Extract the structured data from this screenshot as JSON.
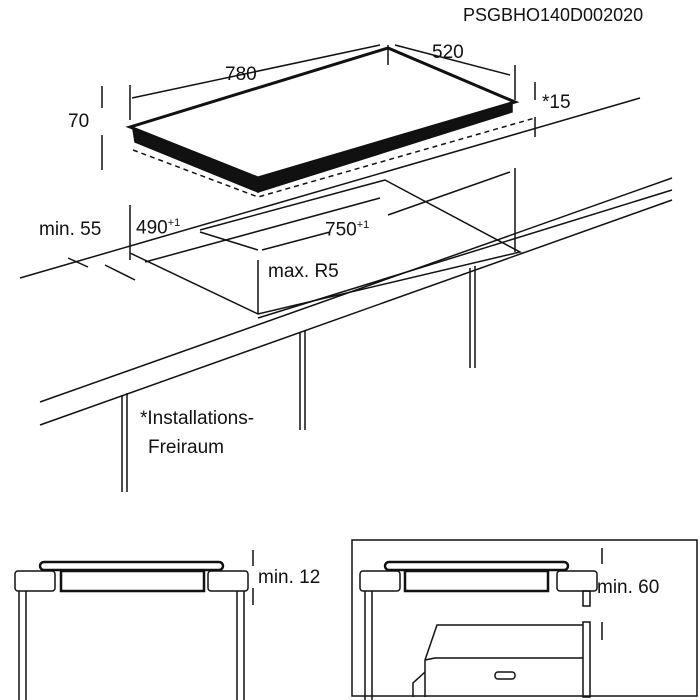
{
  "code": "PSGBHO140D002020",
  "dims": {
    "width": "780",
    "depth": "520",
    "height": "70",
    "clearance": "*15",
    "cutout_depth": "490",
    "cutout_depth_tol": "+1",
    "cutout_width": "750",
    "cutout_width_tol": "+1",
    "edge_min": "min. 55",
    "radius": "max. R5"
  },
  "note": {
    "line1": "*Installations-",
    "line2": "Freiraum"
  },
  "bottom": {
    "left_label": "min. 12",
    "right_label": "min. 60"
  }
}
